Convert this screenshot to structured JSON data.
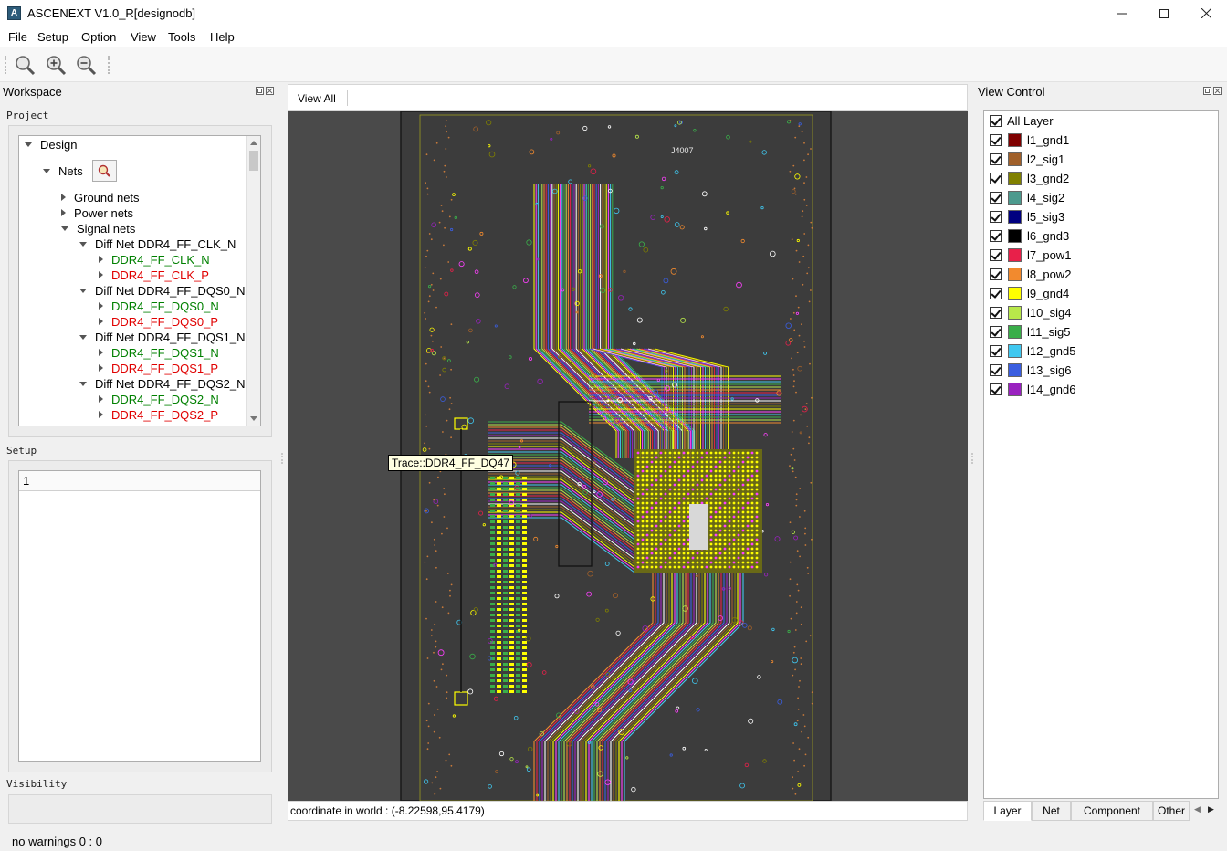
{
  "window": {
    "title": "ASCENEXT V1.0_R[designodb]",
    "icon_letter": "A"
  },
  "menu": [
    "File",
    "Setup",
    "Option",
    "View",
    "Tools",
    "Help"
  ],
  "toolbar": {
    "buttons": [
      "zoom-fit-icon",
      "zoom-in-icon",
      "zoom-out-icon"
    ]
  },
  "workspace": {
    "title": "Workspace",
    "project_label": "Project",
    "tree": {
      "design": "Design",
      "nets": "Nets",
      "ground": "Ground nets",
      "power": "Power nets",
      "signal": "Signal nets",
      "diff": [
        {
          "name": "Diff Net DDR4_FF_CLK_N",
          "n": "DDR4_FF_CLK_N",
          "p": "DDR4_FF_CLK_P"
        },
        {
          "name": "Diff Net DDR4_FF_DQS0_N",
          "n": "DDR4_FF_DQS0_N",
          "p": "DDR4_FF_DQS0_P"
        },
        {
          "name": "Diff Net DDR4_FF_DQS1_N",
          "n": "DDR4_FF_DQS1_N",
          "p": "DDR4_FF_DQS1_P"
        },
        {
          "name": "Diff Net DDR4_FF_DQS2_N",
          "n": "DDR4_FF_DQS2_N",
          "p": "DDR4_FF_DQS2_P"
        }
      ]
    },
    "setup_label": "Setup",
    "setup_header": "1",
    "visibility_label": "Visibility"
  },
  "view": {
    "tab": "View All",
    "tooltip": "Trace::DDR4_FF_DQ47",
    "board_label": "J4007",
    "coordinate": "coordinate in world : (-8.22598,95.4179)"
  },
  "view_control": {
    "title": "View Control",
    "all_layer": "All Layer",
    "layers": [
      {
        "name": "l1_gnd1",
        "color": "#7f0000"
      },
      {
        "name": "l2_sig1",
        "color": "#a0602a"
      },
      {
        "name": "l3_gnd2",
        "color": "#808000"
      },
      {
        "name": "l4_sig2",
        "color": "#4c9a8e"
      },
      {
        "name": "l5_sig3",
        "color": "#000080"
      },
      {
        "name": "l6_gnd3",
        "color": "#000000"
      },
      {
        "name": "l7_pow1",
        "color": "#e8204a"
      },
      {
        "name": "l8_pow2",
        "color": "#f28a2e"
      },
      {
        "name": "l9_gnd4",
        "color": "#ffff00"
      },
      {
        "name": "l10_sig4",
        "color": "#b8e84a"
      },
      {
        "name": "l11_sig5",
        "color": "#3aae4a"
      },
      {
        "name": "l12_gnd5",
        "color": "#40c8f0"
      },
      {
        "name": "l13_sig6",
        "color": "#3a5ee0"
      },
      {
        "name": "l14_gnd6",
        "color": "#9a22c0"
      }
    ],
    "tabs": [
      "Layer",
      "Net",
      "Component",
      "Other"
    ]
  },
  "status": "no warnings 0 : 0"
}
